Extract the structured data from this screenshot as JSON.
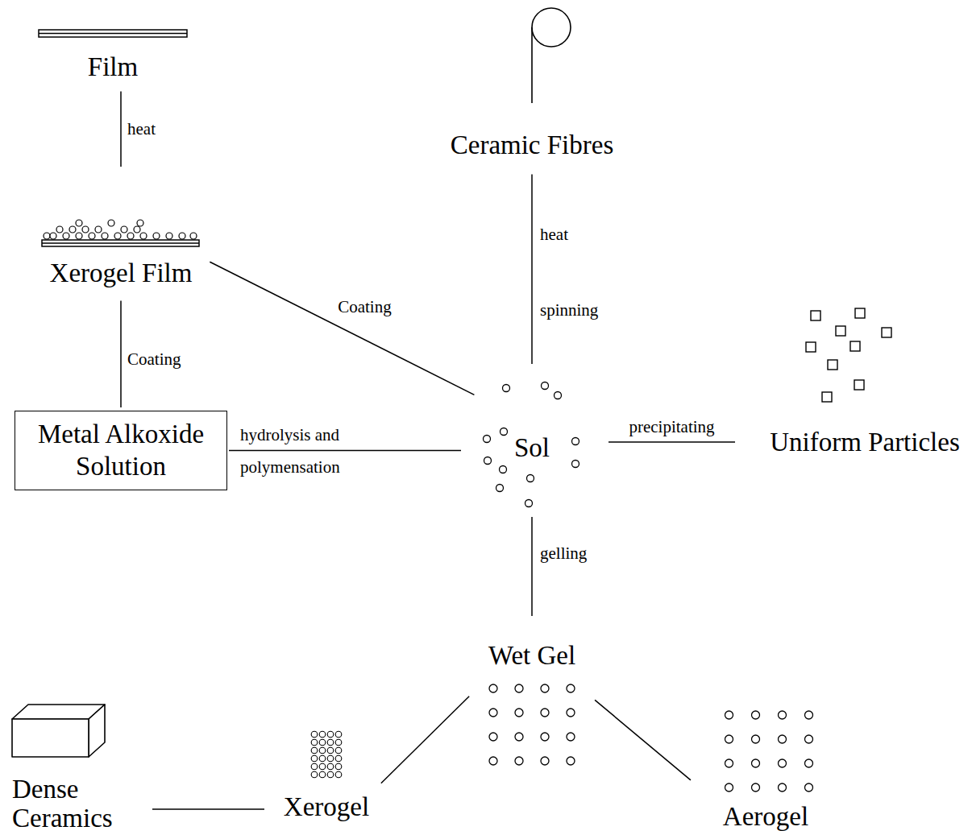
{
  "diagram": {
    "nodes": [
      {
        "text": [
          "Film"
        ]
      },
      {
        "text": [
          "Ceramic Fibres"
        ]
      },
      {
        "text": [
          "Xerogel Film"
        ]
      },
      {
        "text": [
          "Uniform Particles"
        ]
      },
      {
        "text": [
          "Metal Alkoxide Solution"
        ]
      },
      {
        "text": [
          "Sol"
        ]
      },
      {
        "text": [
          "Wet Gel"
        ]
      },
      {
        "text": [
          "Dense Ceramics"
        ]
      },
      {
        "text": [
          "Xerogel"
        ]
      },
      {
        "text": [
          "Aerogel"
        ]
      }
    ],
    "edges": [
      {
        "from": 2,
        "to": 0,
        "arrow": "none",
        "label": "heat"
      },
      {
        "from": 4,
        "to": 2,
        "arrow": "none",
        "label": "Coating"
      },
      {
        "from": 5,
        "to": 2,
        "arrow": "none",
        "label": "Coating"
      },
      {
        "from": 4,
        "to": 5,
        "arrow": "none",
        "label": "hydrolysis and polymensation"
      },
      {
        "from": 5,
        "to": 1,
        "arrow": "none",
        "label": "spinning"
      },
      {
        "from": 5,
        "to": 3,
        "arrow": "none",
        "label": "precipitating"
      },
      {
        "from": 5,
        "to": 6,
        "arrow": "none",
        "label": "gelling"
      },
      {
        "from": 6,
        "to": 8,
        "arrow": "none"
      },
      {
        "from": 6,
        "to": 9,
        "arrow": "none"
      },
      {
        "from": 8,
        "to": 7,
        "arrow": "none"
      }
    ],
    "labels": [
      "heat"
    ]
  }
}
